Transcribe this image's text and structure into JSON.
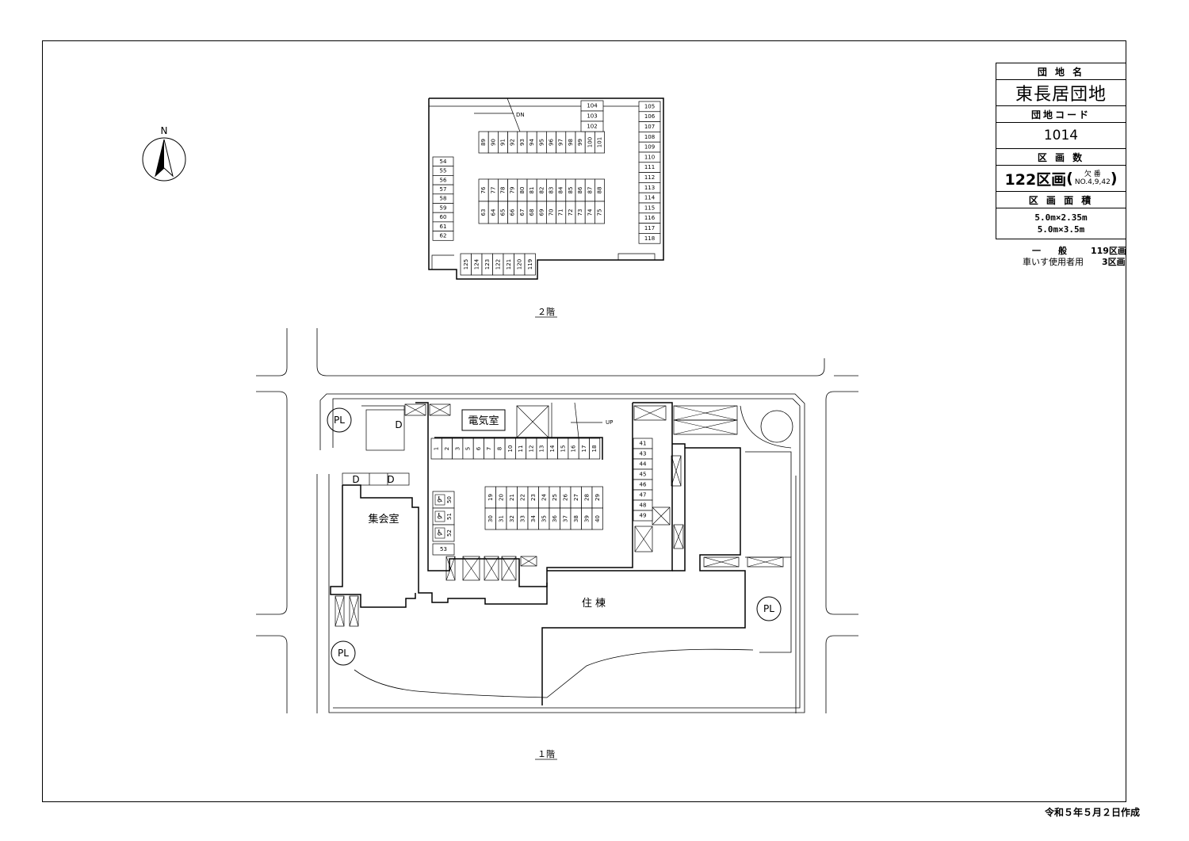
{
  "north_label": "N",
  "info_table": {
    "estate_name_header": "団 地 名",
    "estate_name": "東長居団地",
    "estate_code_header": "団地コード",
    "estate_code": "1014",
    "section_count_header": "区 画 数",
    "section_count": "122区画",
    "section_count_note_top": "欠 番",
    "section_count_note_bottom": "NO.4,9,42",
    "section_area_header": "区 画 面 積",
    "section_area_1": "5.0m×2.35m",
    "section_area_2": "5.0m×3.5m"
  },
  "summary": {
    "general_label": "一　　般",
    "general_value": "119区画",
    "wheelchair_label": "車いす使用者用",
    "wheelchair_value": "3区画"
  },
  "floor_labels": {
    "second": "２階",
    "first": "１階"
  },
  "room_labels": {
    "electric_room": "電気室",
    "meeting_room": "集会室",
    "residential": "住 棟",
    "pl": "PL",
    "d": "D",
    "dn": "DN",
    "up": "UP"
  },
  "creation_date": "令和５年５月２日作成",
  "spaces_2f": {
    "top_row": [
      "89",
      "90",
      "91",
      "92",
      "93",
      "94",
      "95",
      "96",
      "97",
      "98",
      "99",
      "100",
      "101"
    ],
    "right_small": [
      "104",
      "103",
      "102"
    ],
    "right_col": [
      "105",
      "106",
      "107",
      "108",
      "109",
      "110",
      "111",
      "112",
      "113",
      "114",
      "115",
      "116",
      "117",
      "118"
    ],
    "left_col": [
      "54",
      "55",
      "56",
      "57",
      "58",
      "59",
      "60",
      "61",
      "62"
    ],
    "island_top": [
      "76",
      "77",
      "78",
      "79",
      "80",
      "81",
      "82",
      "83",
      "84",
      "85",
      "86",
      "87",
      "88"
    ],
    "island_bottom": [
      "63",
      "64",
      "65",
      "66",
      "67",
      "68",
      "69",
      "70",
      "71",
      "72",
      "73",
      "74",
      "75"
    ],
    "bottom_row": [
      "125",
      "124",
      "123",
      "122",
      "121",
      "120",
      "119"
    ]
  },
  "spaces_1f": {
    "top_row": [
      "1",
      "2",
      "3",
      "5",
      "6",
      "7",
      "8",
      "10",
      "11",
      "12",
      "13",
      "14",
      "15",
      "16",
      "17",
      "18"
    ],
    "island_top": [
      "19",
      "20",
      "21",
      "22",
      "23",
      "24",
      "25",
      "26",
      "27",
      "28",
      "29"
    ],
    "island_bottom": [
      "30",
      "31",
      "32",
      "33",
      "34",
      "35",
      "36",
      "37",
      "38",
      "39",
      "40"
    ],
    "right_col": [
      "41",
      "43",
      "44",
      "45",
      "46",
      "47",
      "48",
      "49"
    ],
    "wheelchair": [
      "50",
      "51",
      "52"
    ],
    "standalone": [
      "53"
    ]
  }
}
